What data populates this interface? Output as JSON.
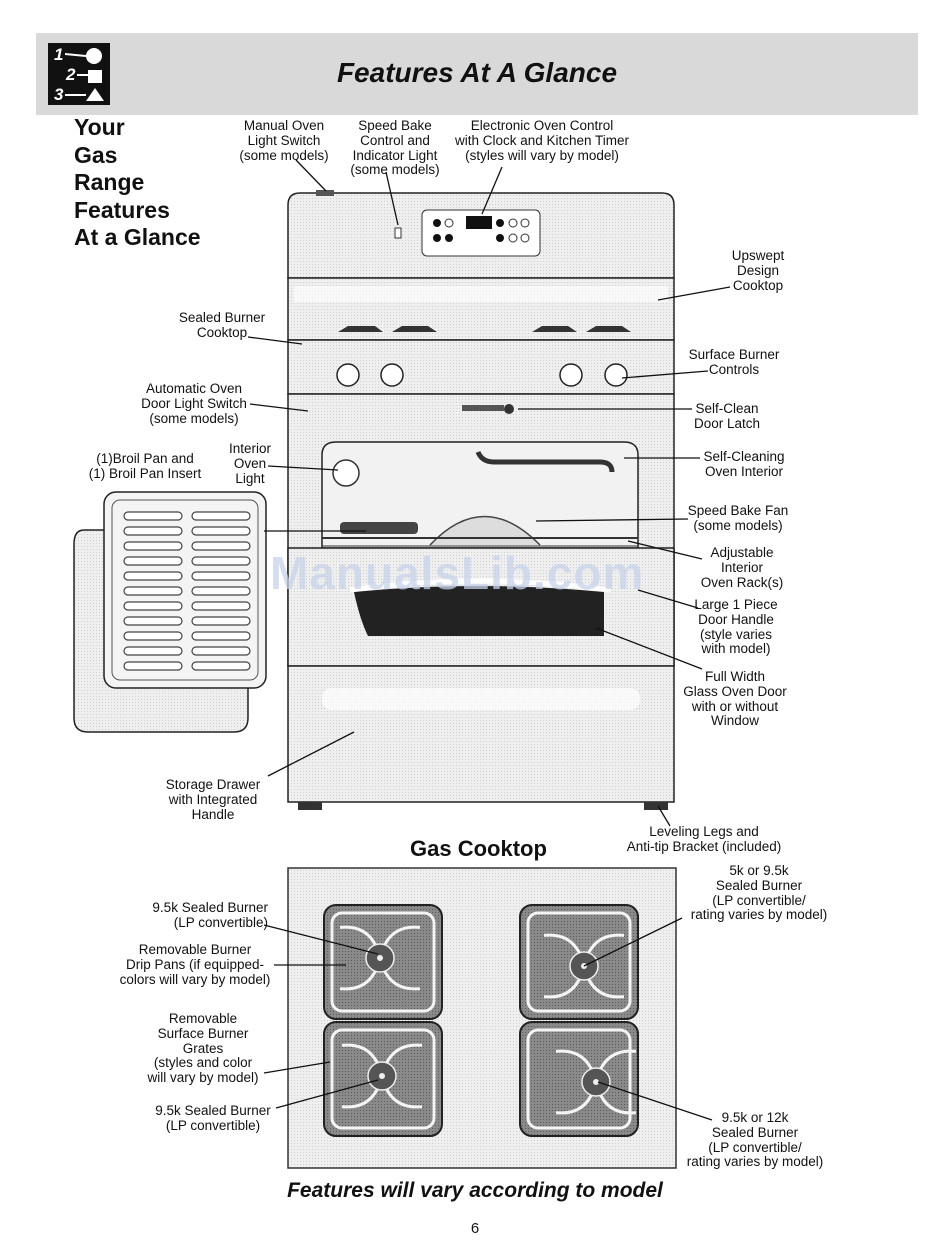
{
  "header": {
    "title": "Features At A Glance",
    "logo_numbers": [
      "1",
      "2",
      "3"
    ]
  },
  "heading_lines": [
    "Your",
    "Gas",
    "Range",
    "Features",
    "At a Glance"
  ],
  "range_labels": {
    "manual_oven_light_switch": [
      "Manual Oven",
      "Light Switch",
      "(some models)"
    ],
    "speed_bake_control": [
      "Speed Bake",
      "Control and",
      "Indicator Light",
      "(some models)"
    ],
    "electronic_oven_control": [
      "Electronic Oven Control",
      "with Clock and Kitchen Timer",
      "(styles will vary by model)"
    ],
    "upswept_design_cooktop": [
      "Upswept",
      "Design",
      "Cooktop"
    ],
    "sealed_burner_cooktop": [
      "Sealed Burner",
      "Cooktop"
    ],
    "surface_burner_controls": [
      "Surface Burner",
      "Controls"
    ],
    "automatic_oven_door_light_switch": [
      "Automatic Oven",
      "Door Light Switch",
      "(some models)"
    ],
    "self_clean_door_latch": [
      "Self-Clean",
      "Door Latch"
    ],
    "broil_pan": [
      "(1)Broil Pan and",
      "(1) Broil Pan Insert"
    ],
    "interior_oven_light": [
      "Interior",
      "Oven",
      "Light"
    ],
    "self_cleaning_oven_interior": [
      "Self-Cleaning",
      "Oven Interior"
    ],
    "speed_bake_fan": [
      "Speed Bake Fan",
      "(some models)"
    ],
    "adjustable_oven_racks": [
      "Adjustable",
      "Interior",
      "Oven Rack(s)"
    ],
    "door_handle": [
      "Large 1 Piece",
      "Door Handle",
      "(style varies",
      "with model)"
    ],
    "glass_oven_door": [
      "Full Width",
      "Glass Oven Door",
      "with or without",
      "Window"
    ],
    "storage_drawer": [
      "Storage Drawer",
      "with Integrated",
      "Handle"
    ],
    "leveling_legs": [
      "Leveling Legs and",
      "Anti-tip Bracket (included)"
    ]
  },
  "cooktop_title": "Gas Cooktop",
  "cooktop_labels": {
    "burner_9_5k_top": [
      "9.5k Sealed Burner",
      "(LP convertible)"
    ],
    "drip_pans": [
      "Removable Burner",
      "Drip Pans (if equipped-",
      "colors will vary by model)"
    ],
    "grates": [
      "Removable",
      "Surface Burner",
      "Grates",
      "(styles and color",
      "will vary by model)"
    ],
    "burner_9_5k_bottom": [
      "9.5k Sealed Burner",
      "(LP convertible)"
    ],
    "burner_5k": [
      "5k or 9.5k",
      "Sealed Burner",
      "(LP convertible/",
      "rating varies by model)"
    ],
    "burner_12k": [
      "9.5k or 12k",
      "Sealed Burner",
      "(LP convertible/",
      "rating varies by model)"
    ]
  },
  "watermark": "ManualsLib.com",
  "footer": "Features will vary according to model",
  "page_number": "6"
}
